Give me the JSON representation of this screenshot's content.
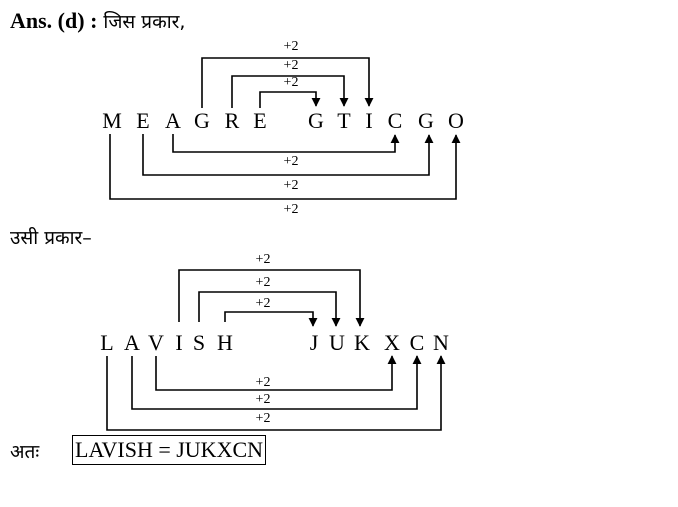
{
  "heading": {
    "ans_label": "Ans. (d) :",
    "hindi_text": "जिस प्रकार,"
  },
  "similarly_text": "उसी प्रकार–",
  "hence_text": "अतः",
  "answer_text": "LAVISH = JUKXCN",
  "examples": [
    {
      "source": [
        "M",
        "E",
        "A",
        "G",
        "R",
        "E"
      ],
      "target": [
        "G",
        "T",
        "I",
        "C",
        "G",
        "O"
      ],
      "top_labels": [
        "+2",
        "+2",
        "+2"
      ],
      "bottom_labels": [
        "+2",
        "+2",
        "+2"
      ]
    },
    {
      "source": [
        "L",
        "A",
        "V",
        "I",
        "S",
        "H"
      ],
      "target": [
        "J",
        "U",
        "K",
        "X",
        "C",
        "N"
      ],
      "top_labels": [
        "+2",
        "+2",
        "+2"
      ],
      "bottom_labels": [
        "+2",
        "+2",
        "+2"
      ]
    }
  ]
}
